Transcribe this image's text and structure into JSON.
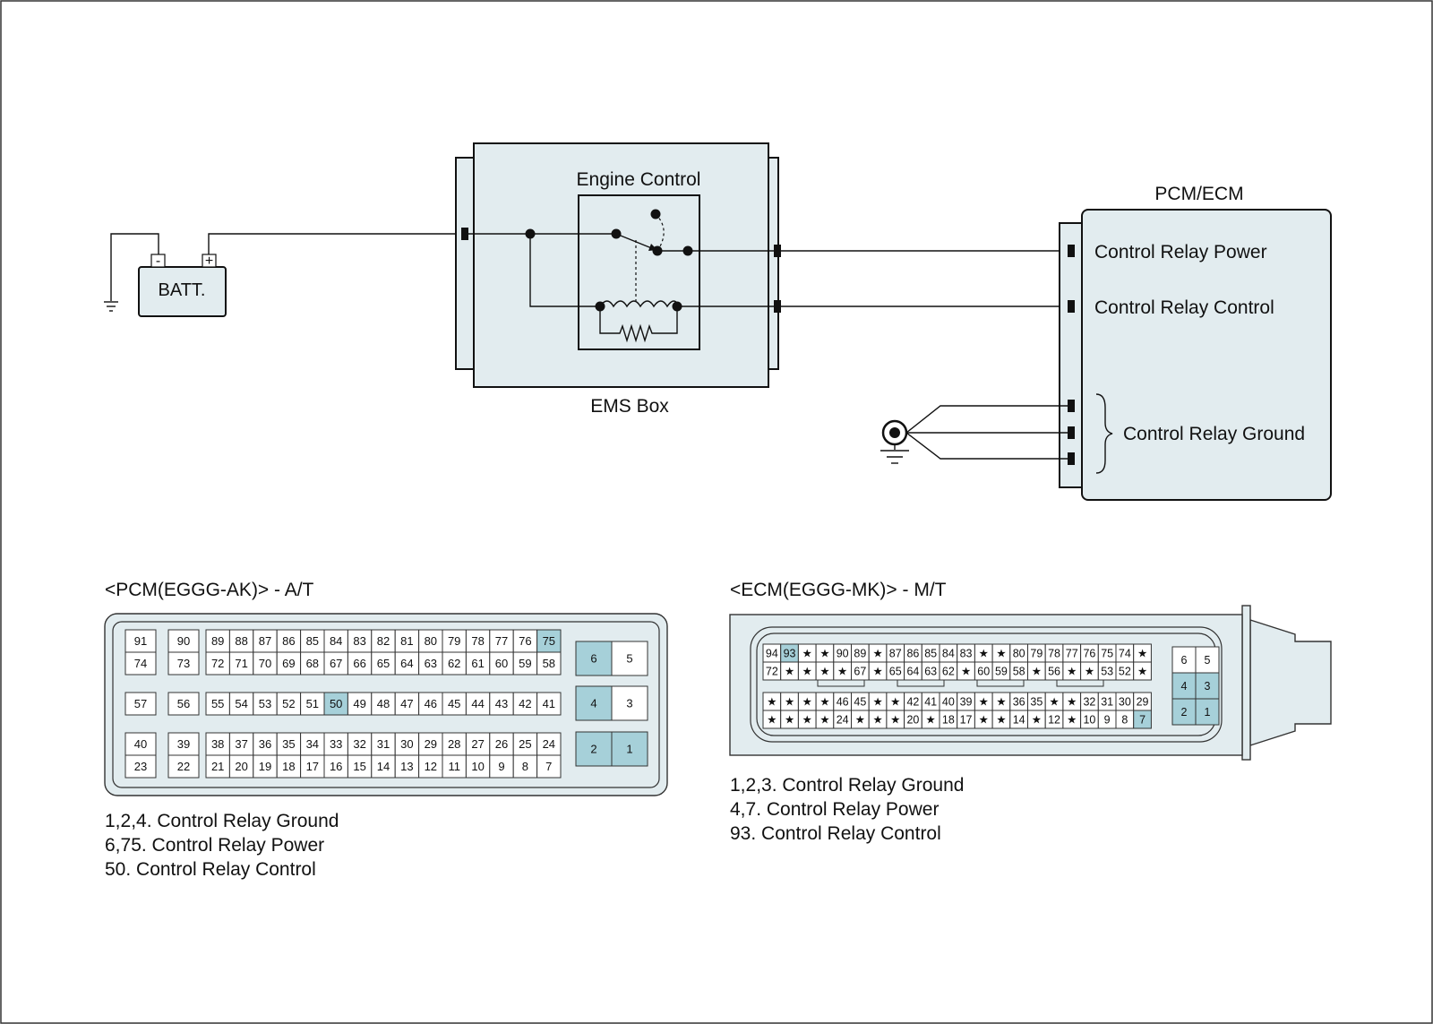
{
  "colors": {
    "housing": "#e2ecef",
    "highlight": "#a6d0d9",
    "line": "#111111"
  },
  "circuit": {
    "battery": {
      "label": "BATT.",
      "neg": "-",
      "pos": "+"
    },
    "relay_box": {
      "title": "Engine Control",
      "caption": "EMS  Box"
    },
    "module": {
      "title": "PCM/ECM",
      "power": "Control Relay Power",
      "control": "Control Relay Control",
      "ground": "Control Relay Ground"
    }
  },
  "pcm_connector": {
    "title": "<PCM(EGGG-AK)> - A/T",
    "blocks": [
      {
        "rows": [
          [
            "91"
          ],
          [
            "74"
          ]
        ]
      },
      {
        "rows": [
          [
            "90"
          ],
          [
            "73"
          ]
        ]
      },
      {
        "rows": [
          [
            "89",
            "88",
            "87",
            "86",
            "85",
            "84",
            "83",
            "82",
            "81",
            "80",
            "79",
            "78",
            "77",
            "76",
            "75"
          ],
          [
            "72",
            "71",
            "70",
            "69",
            "68",
            "67",
            "66",
            "65",
            "64",
            "63",
            "62",
            "61",
            "60",
            "59",
            "58"
          ]
        ]
      },
      {
        "rows": [
          [
            "57"
          ]
        ]
      },
      {
        "rows": [
          [
            "56"
          ]
        ]
      },
      {
        "rows": [
          [
            "55",
            "54",
            "53",
            "52",
            "51",
            "50",
            "49",
            "48",
            "47",
            "46",
            "45",
            "44",
            "43",
            "42",
            "41"
          ]
        ]
      },
      {
        "rows": [
          [
            "40"
          ],
          [
            "23"
          ]
        ]
      },
      {
        "rows": [
          [
            "39"
          ],
          [
            "22"
          ]
        ]
      },
      {
        "rows": [
          [
            "38",
            "37",
            "36",
            "35",
            "34",
            "33",
            "32",
            "31",
            "30",
            "29",
            "28",
            "27",
            "26",
            "25",
            "24"
          ],
          [
            "21",
            "20",
            "19",
            "18",
            "17",
            "16",
            "15",
            "14",
            "13",
            "12",
            "11",
            "10",
            "9",
            "8",
            "7"
          ]
        ]
      },
      {
        "rows": [
          [
            "6",
            "5"
          ]
        ]
      },
      {
        "rows": [
          [
            "4",
            "3"
          ]
        ]
      },
      {
        "rows": [
          [
            "2",
            "1"
          ]
        ]
      }
    ],
    "highlighted": [
      "75",
      "50",
      "6",
      "4",
      "2",
      "1"
    ],
    "legend": [
      "1,2,4. Control Relay Ground",
      "6,75. Control Relay Power",
      "50. Control Relay Control"
    ]
  },
  "ecm_connector": {
    "title": "<ECM(EGGG-MK)> - M/T",
    "rows": [
      [
        "94",
        "93",
        "★",
        "★",
        "90",
        "89",
        "★",
        "87",
        "86",
        "85",
        "84",
        "83",
        "★",
        "★",
        "80",
        "79",
        "78",
        "77",
        "76",
        "75",
        "74",
        "★"
      ],
      [
        "72",
        "★",
        "★",
        "★",
        "★",
        "67",
        "★",
        "65",
        "64",
        "63",
        "62",
        "★",
        "60",
        "59",
        "58",
        "★",
        "56",
        "★",
        "★",
        "53",
        "52",
        "★"
      ],
      [
        "★",
        "★",
        "★",
        "★",
        "46",
        "45",
        "★",
        "★",
        "42",
        "41",
        "40",
        "39",
        "★",
        "★",
        "36",
        "35",
        "★",
        "★",
        "32",
        "31",
        "30",
        "29"
      ],
      [
        "★",
        "★",
        "★",
        "★",
        "24",
        "★",
        "★",
        "★",
        "20",
        "★",
        "18",
        "17",
        "★",
        "★",
        "14",
        "★",
        "12",
        "★",
        "10",
        "9",
        "8",
        "7"
      ]
    ],
    "power_block": [
      [
        "6",
        "5"
      ],
      [
        "4",
        "3"
      ],
      [
        "2",
        "1"
      ]
    ],
    "highlighted": [
      "93",
      "7",
      "4",
      "3",
      "2",
      "1"
    ],
    "legend": [
      "1,2,3. Control Relay Ground",
      "4,7. Control Relay Power",
      "93. Control Relay Control"
    ]
  }
}
